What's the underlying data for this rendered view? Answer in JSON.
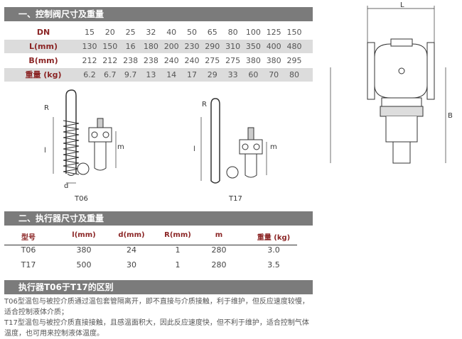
{
  "section1": {
    "title": "一、控制阀尺寸及重量",
    "rows": [
      {
        "label": "DN",
        "values": [
          "15",
          "20",
          "25",
          "32",
          "40",
          "50",
          "65",
          "80",
          "100",
          "125",
          "150"
        ]
      },
      {
        "label": "L(mm)",
        "values": [
          "130",
          "150",
          "16",
          "180",
          "200",
          "230",
          "290",
          "310",
          "350",
          "400",
          "480"
        ]
      },
      {
        "label": "B(mm)",
        "values": [
          "212",
          "212",
          "238",
          "238",
          "240",
          "240",
          "275",
          "275",
          "380",
          "380",
          "295"
        ]
      },
      {
        "label": "重量 (kg)",
        "values": [
          "6.2",
          "6.7",
          "9.7",
          "13",
          "14",
          "17",
          "29",
          "33",
          "60",
          "70",
          "80"
        ]
      }
    ]
  },
  "diagrams": {
    "t06": {
      "caption": "T06",
      "labels": {
        "R": "R",
        "l": "l",
        "d": "d",
        "m": "m"
      }
    },
    "t17": {
      "caption": "T17",
      "labels": {
        "R": "R",
        "l": "l",
        "m": "m"
      }
    },
    "valve": {
      "L": "L",
      "B": "B"
    }
  },
  "section2": {
    "title": "二、执行器尺寸及重量",
    "headers": [
      "型号",
      "l(mm)",
      "d(mm)",
      "R(mm)",
      "m",
      "重量 (kg)"
    ],
    "rows": [
      [
        "T06",
        "380",
        "24",
        "1",
        "280",
        "3.0"
      ],
      [
        "T17",
        "500",
        "30",
        "1",
        "280",
        "3.5"
      ]
    ]
  },
  "section3": {
    "title": "执行器T06于T17的区别",
    "lines": [
      "T06型温包与被控介质通过温包套管隔离开，即不直接与介质接触，利于维护，但反应速度较慢，",
      "适合控制液体介质；",
      "T17型温包与被控介质直接接触，且感温面积大，因此反应速度快，但不利于维护，适合控制气体",
      "温度，也可用来控制液体温度。"
    ]
  }
}
